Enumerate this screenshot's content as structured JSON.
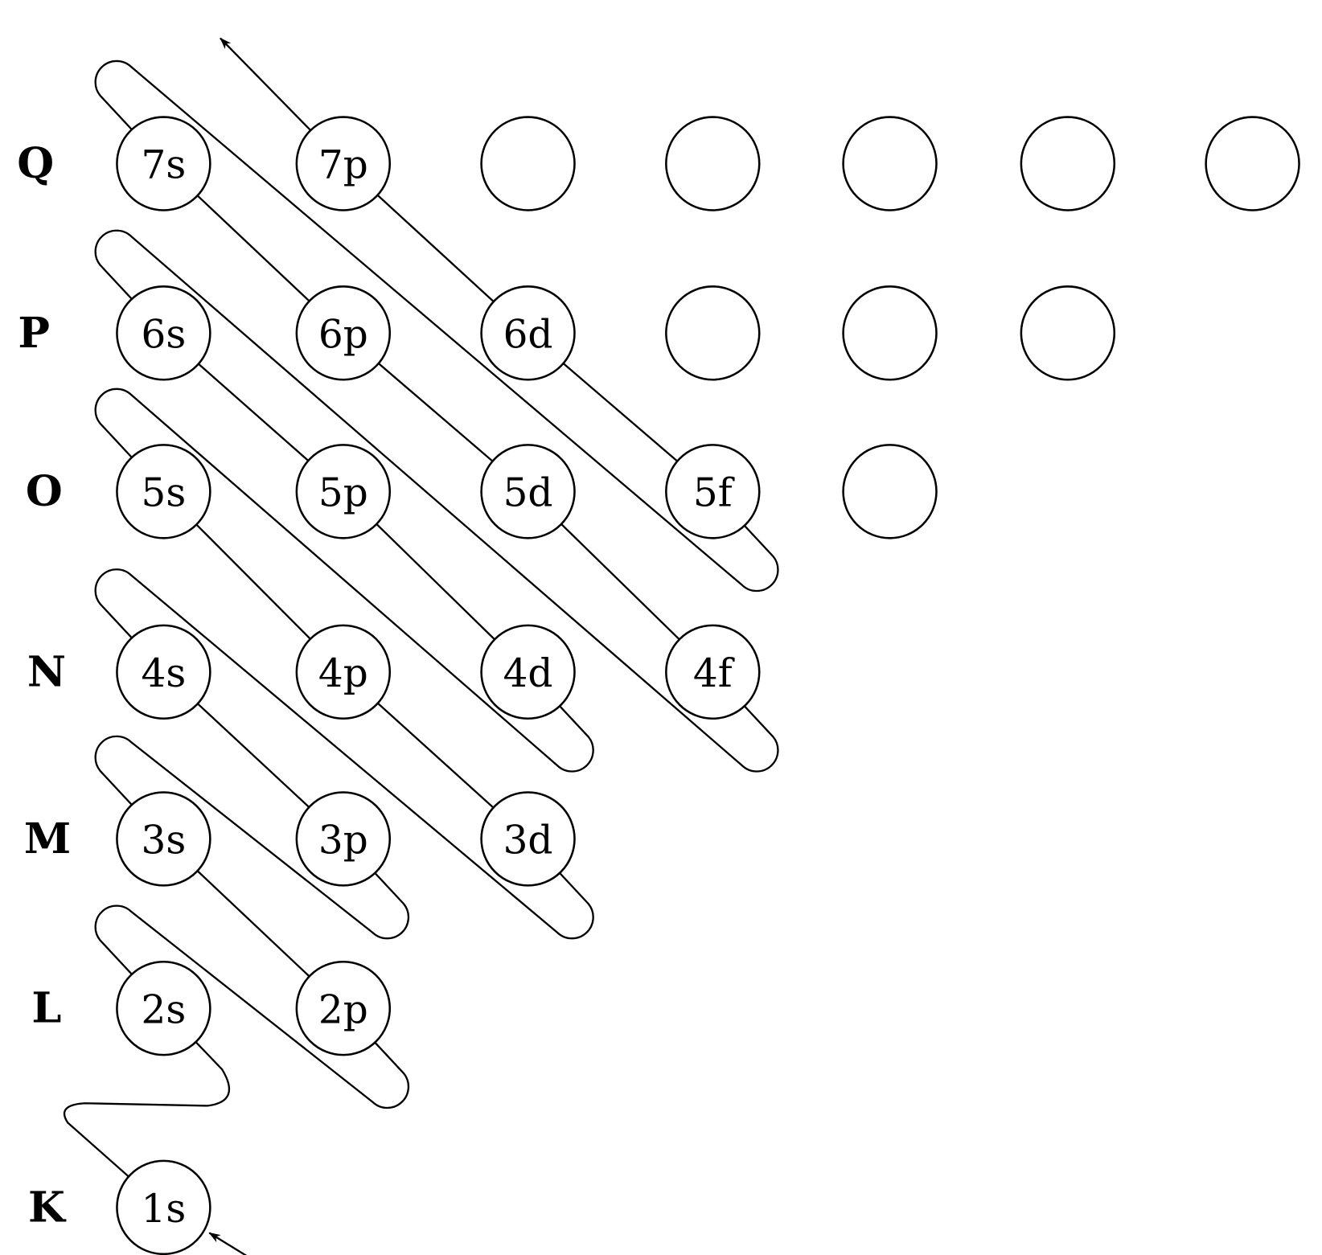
{
  "diagram": {
    "rows": [
      {
        "shell": "Q",
        "orbitals": [
          "7s",
          "7p",
          "",
          "",
          "",
          "",
          ""
        ]
      },
      {
        "shell": "P",
        "orbitals": [
          "6s",
          "6p",
          "6d",
          "",
          "",
          ""
        ]
      },
      {
        "shell": "O",
        "orbitals": [
          "5s",
          "5p",
          "5d",
          "5f",
          ""
        ]
      },
      {
        "shell": "N",
        "orbitals": [
          "4s",
          "4p",
          "4d",
          "4f"
        ]
      },
      {
        "shell": "M",
        "orbitals": [
          "3s",
          "3p",
          "3d"
        ]
      },
      {
        "shell": "L",
        "orbitals": [
          "2s",
          "2p"
        ]
      },
      {
        "shell": "K",
        "orbitals": [
          "1s"
        ]
      }
    ],
    "filling_order": [
      [
        "1s"
      ],
      [
        "2s"
      ],
      [
        "2p",
        "3s"
      ],
      [
        "3p",
        "4s"
      ],
      [
        "3d",
        "4p",
        "5s"
      ],
      [
        "4d",
        "5p",
        "6s"
      ],
      [
        "4f",
        "5d",
        "6p",
        "7s"
      ],
      [
        "5f",
        "6d",
        "7p"
      ]
    ],
    "line_color": "#000000"
  }
}
